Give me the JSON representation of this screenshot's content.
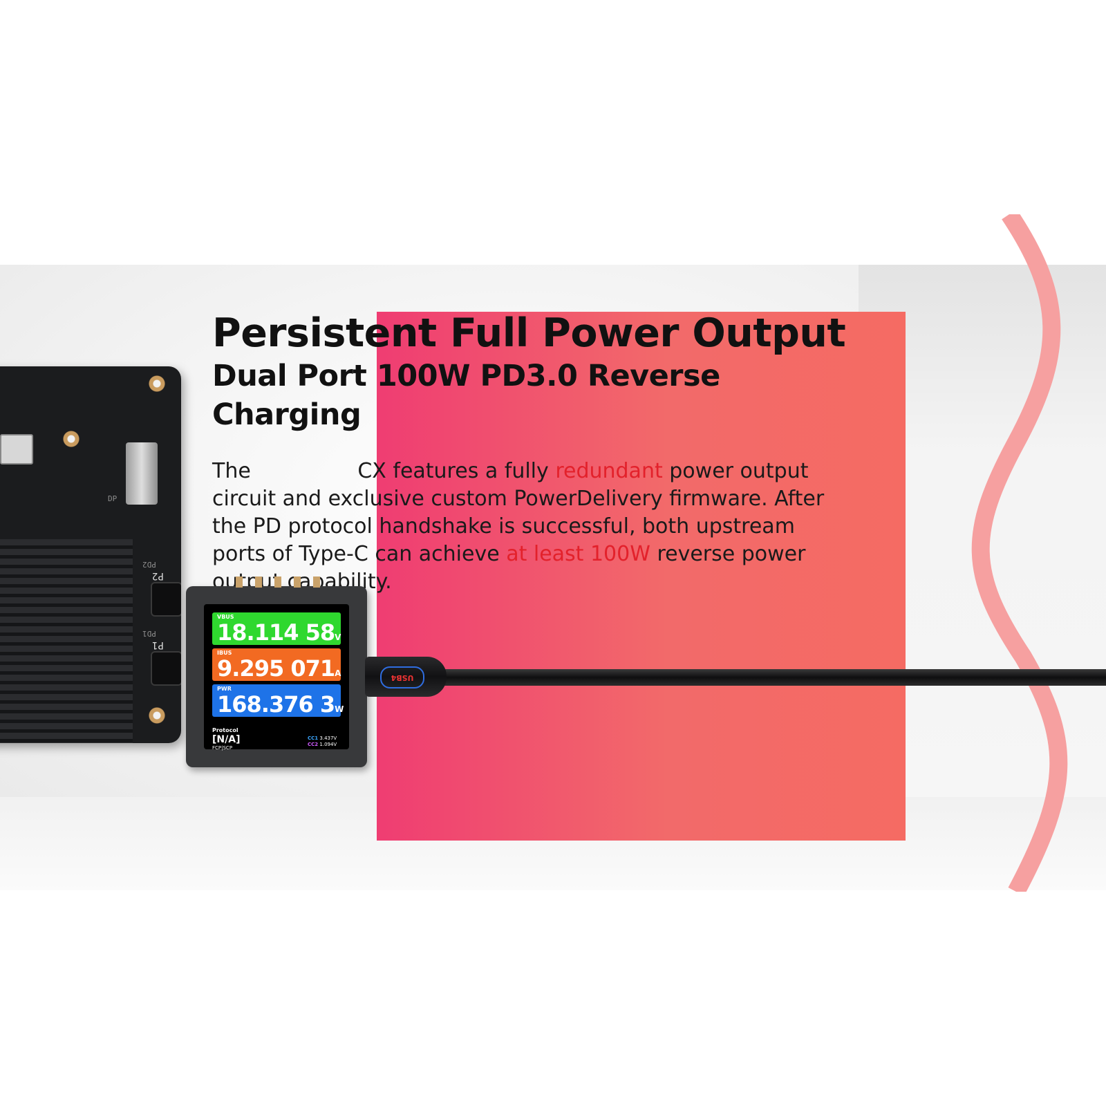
{
  "colors": {
    "accent_red": "#e3212b",
    "frame_gradient_start": "#ef3d72",
    "frame_gradient_end": "#f56b63",
    "wave_pink": "#f6a0a0",
    "vbus_green": "#2fd82f",
    "ibus_orange": "#f26a22",
    "pwr_blue": "#1e73e8"
  },
  "headline": {
    "title": "Persistent Full Power Output",
    "subtitle": "Dual Port 100W PD3.0 Reverse Charging"
  },
  "description": {
    "part1": "The ",
    "part2": "CX features a fully ",
    "highlight1": "redundant",
    "part3": " power output circuit and exclusive custom PowerDelivery firmware. After the PD protocol handshake is successful, both upstream ports of Type-C can achieve ",
    "highlight2": "at least 100W",
    "part4": " reverse power output capability."
  },
  "board": {
    "dp_label": "DP",
    "port2_label": "PD2",
    "port2_short": "P2",
    "port1_label": "PD1",
    "port1_short": "P1"
  },
  "meter": {
    "vbus": {
      "label": "VBUS",
      "value": "18.114 58",
      "unit": "V"
    },
    "ibus": {
      "label": "IBUS",
      "value": "9.295 071",
      "unit": "A"
    },
    "pwr": {
      "label": "PWR",
      "value": "168.376 3",
      "unit": "W"
    },
    "protocol_label": "Protocol",
    "protocol_value": "[N/A]",
    "protocol_sub": "FCP|SCP",
    "cc1_label": "CC1",
    "cc1_value": "3.437V",
    "cc2_label": "CC2",
    "cc2_value": "1.094V"
  },
  "cable": {
    "logo": "USB4"
  }
}
